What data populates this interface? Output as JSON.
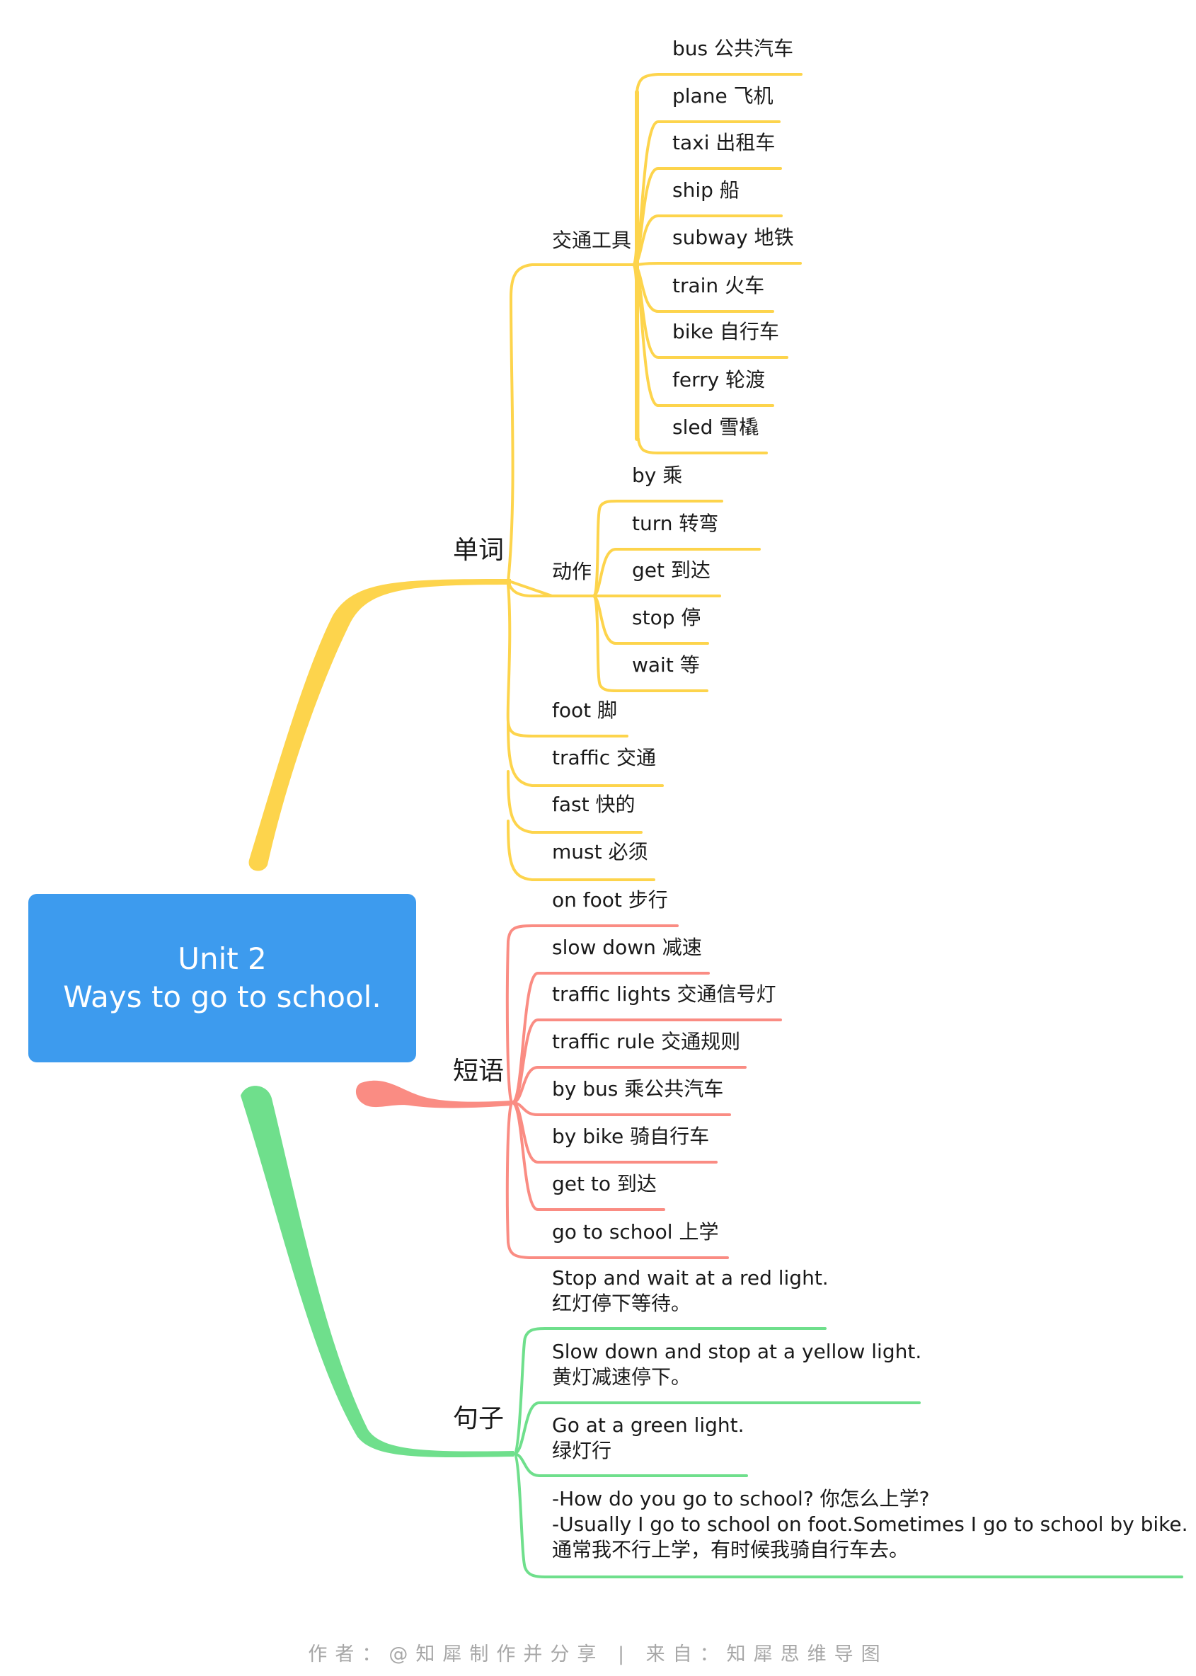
{
  "root": {
    "title": "Unit 2",
    "subtitle": "Ways to go to school."
  },
  "colors": {
    "root": "#3d9bee",
    "words": "#fdd44c",
    "phrases": "#fa8c83",
    "sentences": "#6fdf8c",
    "text": "#1a1a1a",
    "footer": "#a7a7a7"
  },
  "branches": {
    "words": {
      "label": "单词",
      "groups": {
        "vehicles": {
          "label": "交通工具",
          "items": [
            "bus 公共汽车",
            "plane 飞机",
            "taxi 出租车",
            "ship 船",
            "subway 地铁",
            "train 火车",
            "bike 自行车",
            "ferry 轮渡",
            "sled 雪橇"
          ]
        },
        "actions": {
          "label": "动作",
          "items": [
            "by 乘",
            "turn 转弯",
            "get 到达",
            "stop 停",
            "wait 等"
          ]
        }
      },
      "items": [
        "foot 脚",
        "traffic 交通",
        "fast 快的",
        "must 必须"
      ]
    },
    "phrases": {
      "label": "短语",
      "items": [
        "on foot 步行",
        "slow down 减速",
        "traffic lights 交通信号灯",
        "traffic rule 交通规则",
        "by bus 乘公共汽车",
        "by bike 骑自行车",
        "get to 到达",
        "go to school 上学"
      ]
    },
    "sentences": {
      "label": "句子",
      "items": [
        [
          "Stop and wait at a red light.",
          "红灯停下等待。"
        ],
        [
          "Slow down and stop at a yellow light.",
          "黄灯减速停下。"
        ],
        [
          "Go at a green light.",
          "绿灯行"
        ],
        [
          "-How do you go to school? 你怎么上学?",
          "-Usually I go to school on foot.Sometimes I go to school by bike.",
          "通常我不行上学，有时候我骑自行车去。"
        ]
      ]
    }
  },
  "footer": "作者：@知犀制作并分享 | 来自：知犀思维导图"
}
